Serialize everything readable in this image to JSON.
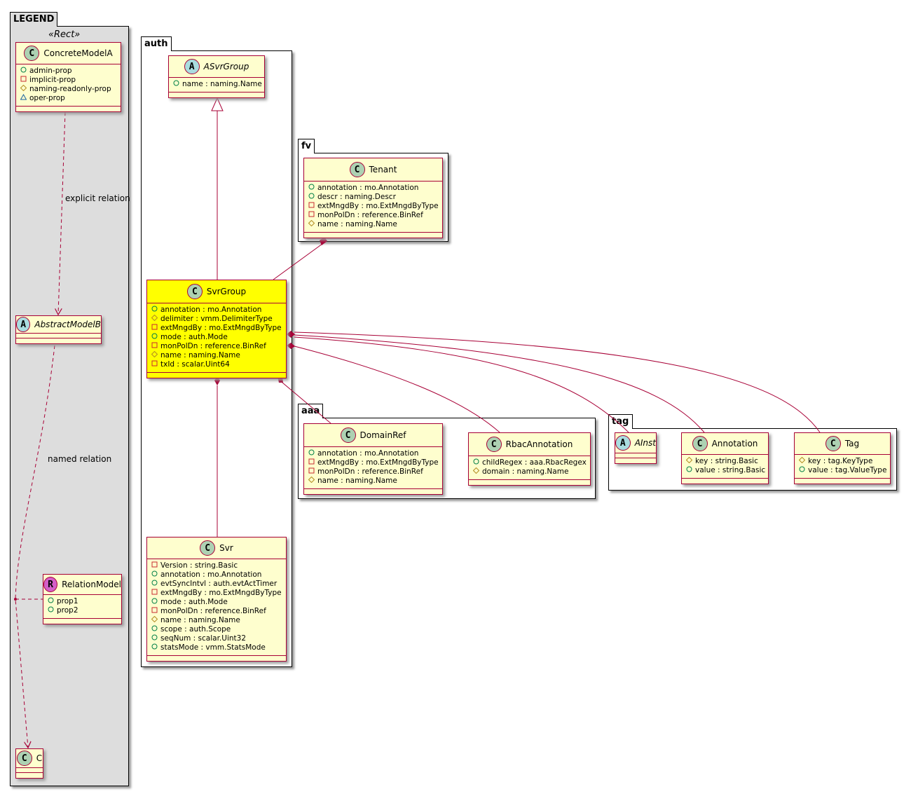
{
  "packages": [
    {
      "id": "legend",
      "name": "LEGEND"
    },
    {
      "id": "auth",
      "name": "auth"
    },
    {
      "id": "fv",
      "name": "fv"
    },
    {
      "id": "aaa",
      "name": "aaa"
    },
    {
      "id": "tag",
      "name": "tag"
    }
  ],
  "legend": {
    "stereotype": "«Rect»",
    "explicit_relation": "explicit relation",
    "named_relation": "named relation"
  },
  "colors": {
    "line": "#a80036",
    "box_fill": "#fefece",
    "highlight": "#ffff00",
    "legend_bg": "#dddddd",
    "class_icon": "#add1b2",
    "abstract_icon": "#a9dcdf",
    "relation_icon": "#d35fc8"
  },
  "classes": [
    {
      "id": "ConcreteModelA",
      "kind": "C",
      "name": "ConcreteModelA",
      "attrs": [
        [
          "+",
          "admin-prop"
        ],
        [
          "-",
          "implicit-prop"
        ],
        [
          "#",
          "naming-readonly-prop"
        ],
        [
          "~",
          "oper-prop"
        ]
      ]
    },
    {
      "id": "AbstractModelB",
      "kind": "A",
      "name": "AbstractModelB",
      "attrs": []
    },
    {
      "id": "RelationModel",
      "kind": "R",
      "name": "RelationModel",
      "attrs": [
        [
          "+",
          "prop1"
        ],
        [
          "+",
          "prop2"
        ]
      ]
    },
    {
      "id": "C",
      "kind": "C",
      "name": "C",
      "attrs": []
    },
    {
      "id": "ASvrGroup",
      "kind": "A",
      "name": "ASvrGroup",
      "attrs": [
        [
          "+",
          "name : naming.Name"
        ]
      ]
    },
    {
      "id": "SvrGroup",
      "kind": "C",
      "name": "SvrGroup",
      "highlight": true,
      "attrs": [
        [
          "+",
          "annotation : mo.Annotation"
        ],
        [
          "#",
          "delimiter : vmm.DelimiterType"
        ],
        [
          "-",
          "extMngdBy : mo.ExtMngdByType"
        ],
        [
          "+",
          "mode : auth.Mode"
        ],
        [
          "-",
          "monPolDn : reference.BinRef"
        ],
        [
          "#",
          "name : naming.Name"
        ],
        [
          "-",
          "txId : scalar.Uint64"
        ]
      ]
    },
    {
      "id": "Svr",
      "kind": "C",
      "name": "Svr",
      "attrs": [
        [
          "-",
          "Version : string.Basic"
        ],
        [
          "+",
          "annotation : mo.Annotation"
        ],
        [
          "+",
          "evtSyncIntvl : auth.evtActTimer"
        ],
        [
          "-",
          "extMngdBy : mo.ExtMngdByType"
        ],
        [
          "+",
          "mode : auth.Mode"
        ],
        [
          "-",
          "monPolDn : reference.BinRef"
        ],
        [
          "#",
          "name : naming.Name"
        ],
        [
          "+",
          "scope : auth.Scope"
        ],
        [
          "+",
          "seqNum : scalar.Uint32"
        ],
        [
          "+",
          "statsMode : vmm.StatsMode"
        ]
      ]
    },
    {
      "id": "Tenant",
      "kind": "C",
      "name": "Tenant",
      "attrs": [
        [
          "+",
          "annotation : mo.Annotation"
        ],
        [
          "+",
          "descr : naming.Descr"
        ],
        [
          "-",
          "extMngdBy : mo.ExtMngdByType"
        ],
        [
          "-",
          "monPolDn : reference.BinRef"
        ],
        [
          "#",
          "name : naming.Name"
        ]
      ]
    },
    {
      "id": "DomainRef",
      "kind": "C",
      "name": "DomainRef",
      "attrs": [
        [
          "+",
          "annotation : mo.Annotation"
        ],
        [
          "-",
          "extMngdBy : mo.ExtMngdByType"
        ],
        [
          "-",
          "monPolDn : reference.BinRef"
        ],
        [
          "#",
          "name : naming.Name"
        ]
      ]
    },
    {
      "id": "RbacAnnotation",
      "kind": "C",
      "name": "RbacAnnotation",
      "attrs": [
        [
          "+",
          "childRegex : aaa.RbacRegex"
        ],
        [
          "#",
          "domain : naming.Name"
        ]
      ]
    },
    {
      "id": "AInst",
      "kind": "A",
      "name": "AInst",
      "attrs": []
    },
    {
      "id": "Annotation",
      "kind": "C",
      "name": "Annotation",
      "attrs": [
        [
          "#",
          "key : string.Basic"
        ],
        [
          "+",
          "value : string.Basic"
        ]
      ]
    },
    {
      "id": "Tag",
      "kind": "C",
      "name": "Tag",
      "attrs": [
        [
          "#",
          "key : tag.KeyType"
        ],
        [
          "+",
          "value : tag.ValueType"
        ]
      ]
    }
  ]
}
